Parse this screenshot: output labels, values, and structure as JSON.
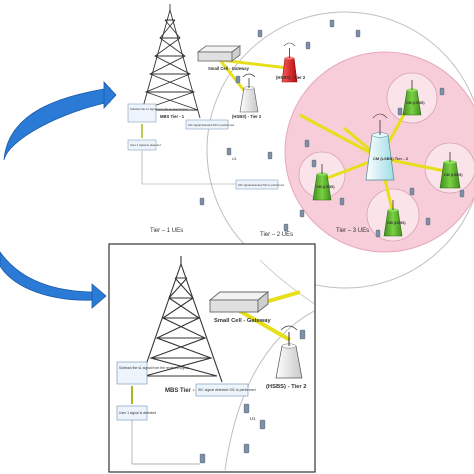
{
  "colors": {
    "tier3_fill": "#f6cdd8",
    "tier3_stroke": "#e7a9b9",
    "tier2_stroke": "#bfbfbf",
    "arrow": "#2b7bd6",
    "link": "#e6df1a",
    "hsbs_red": "#e21b1b",
    "hsbs_grey": "#e8e8e8",
    "lsbs_green": "#5fb92c",
    "lsbs_cyan": "#bfe9ee"
  },
  "top": {
    "gateway_label": "Small Cell - Gateway",
    "mbs_label": "MBS Tier - 1",
    "hsbs_red_label": "(HSBS) - Tier 2",
    "hsbs_grey_label": "(HSBS) - Tier 2",
    "lsbs_center_label": "CM (LSBS) Tier - 3",
    "cm_label": "CM (LSBS)",
    "subtract_note": "Subtract the s1 signal from the received signal",
    "detect_note": "User 1 signal is detected",
    "sic_note": "SIC signal detected SIC is performed",
    "sic_note_lower": "SIC signal detected SIC is performed",
    "ue_label": "U1",
    "tier1": "Tier – 1 UEs",
    "tier2": "Tier – 2 UEs",
    "tier3": "Tier – 3 UEs"
  },
  "bottom": {
    "gateway_label": "Small Cell - Gateway",
    "mbs_label": "MBS Tier - 1",
    "hsbs_label": "(HSBS) - Tier 2",
    "subtract_note": "Subtract the s1 signal from the received signal",
    "detect_note": "User 1 signal is detected",
    "sic_note": "SIC signal detected SIC is performed",
    "ue_label": "U1"
  }
}
